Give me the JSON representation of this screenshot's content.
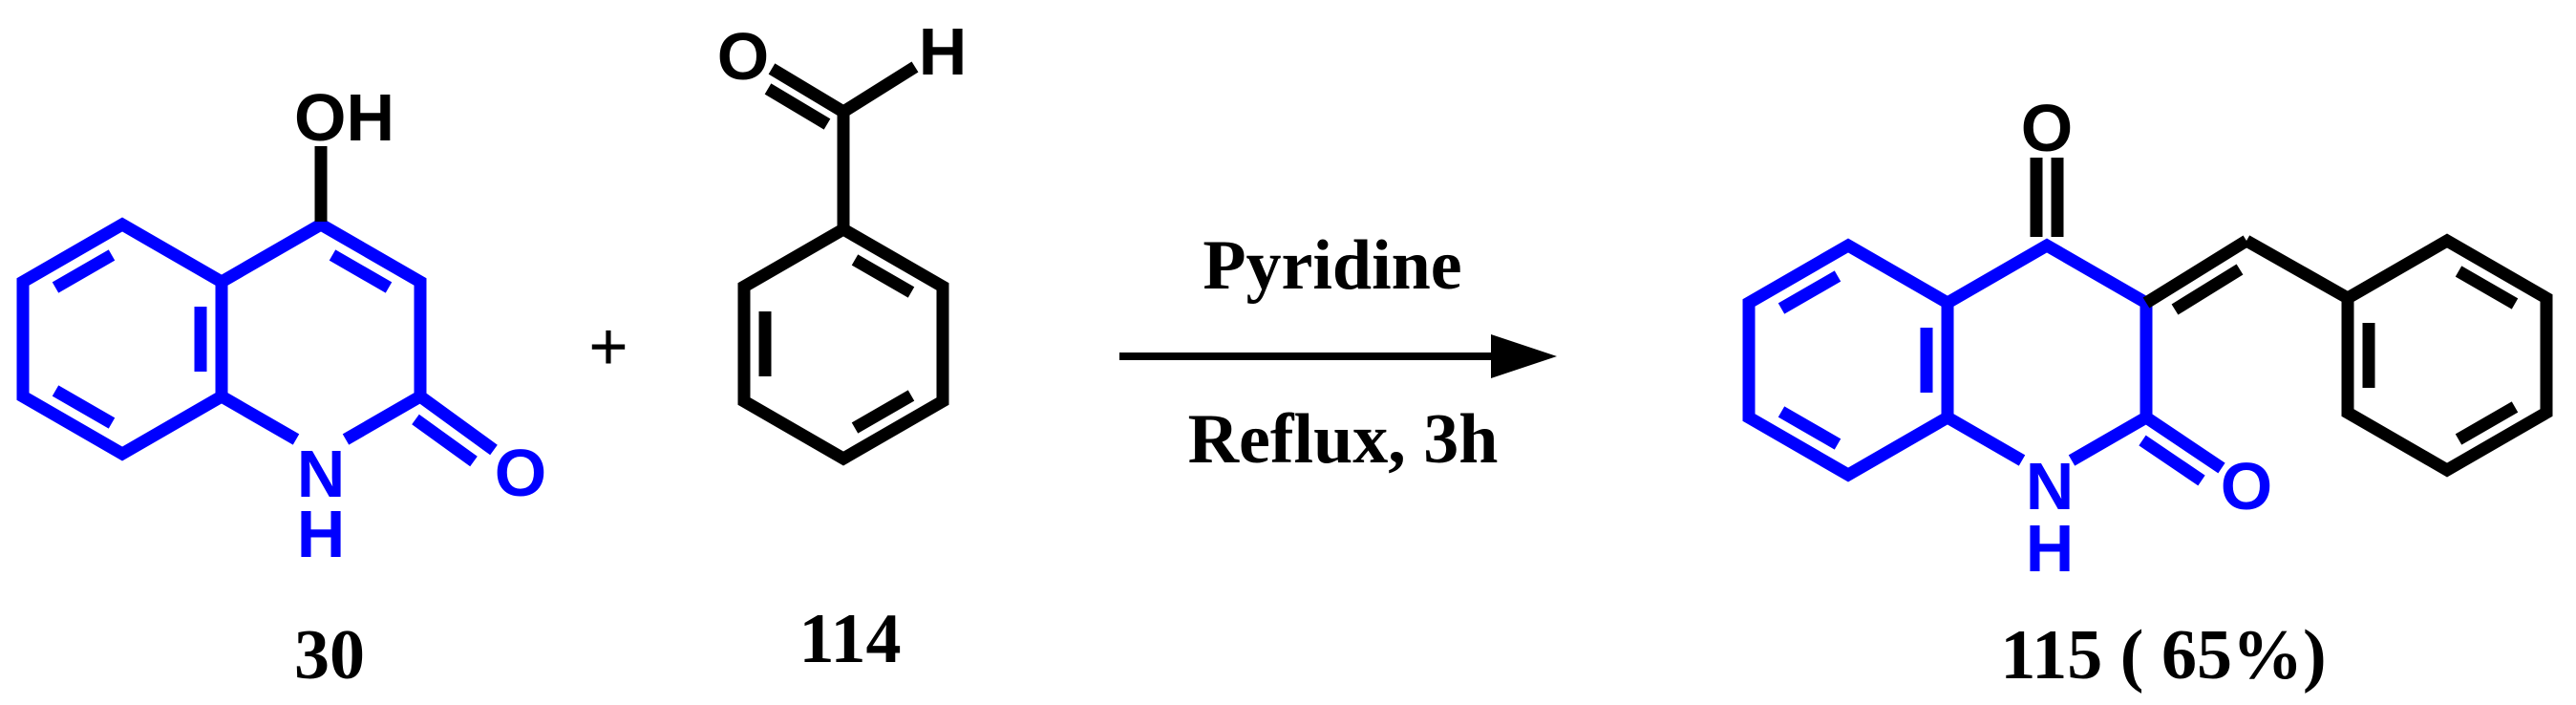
{
  "colors": {
    "structure_highlight_blue": "#0000ff",
    "structure_black": "#000000",
    "background": "#ffffff"
  },
  "reactant_30": {
    "compound_number": "30",
    "hydroxyl_label": "OH",
    "nitrogen_label": "N",
    "nh_hydrogen_label": "H",
    "carbonyl_oxygen_label": "O"
  },
  "plus_sign": "+",
  "reactant_114": {
    "compound_number": "114",
    "aldehyde_oxygen_label": "O",
    "aldehyde_hydrogen_label": "H"
  },
  "arrow_conditions": {
    "reagent": "Pyridine",
    "conditions": "Reflux, 3h"
  },
  "product_115": {
    "compound_number_with_yield": "115 ( 65%)",
    "ketone_oxygen_label": "O",
    "nitrogen_label": "N",
    "nh_hydrogen_label": "H",
    "lactam_oxygen_label": "O"
  }
}
